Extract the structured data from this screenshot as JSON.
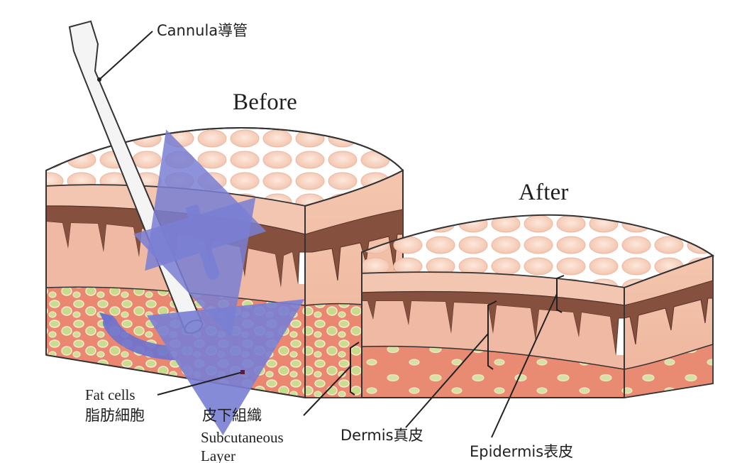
{
  "titles": {
    "before": "Before",
    "after": "After"
  },
  "labels": {
    "cannula": "Cannula導管",
    "fat_cells_en": "Fat cells",
    "fat_cells_zh": "脂肪細胞",
    "subcutaneous_zh": "皮下組織",
    "subcutaneous_en_1": "Subcutaneous",
    "subcutaneous_en_2": "Layer",
    "dermis": "Dermis真皮",
    "epidermis": "Epidermis表皮"
  },
  "colors": {
    "epidermis": "#f6cdb8",
    "epidermis_dark": "#efb9a1",
    "dermis": "#ecb39d",
    "brown_layer": "#85503d",
    "fat_tissue": "#e5826c",
    "fat_cell": "#c7d98a",
    "arrow": "#7a7fd4",
    "cannula": "#f3f3f3"
  }
}
